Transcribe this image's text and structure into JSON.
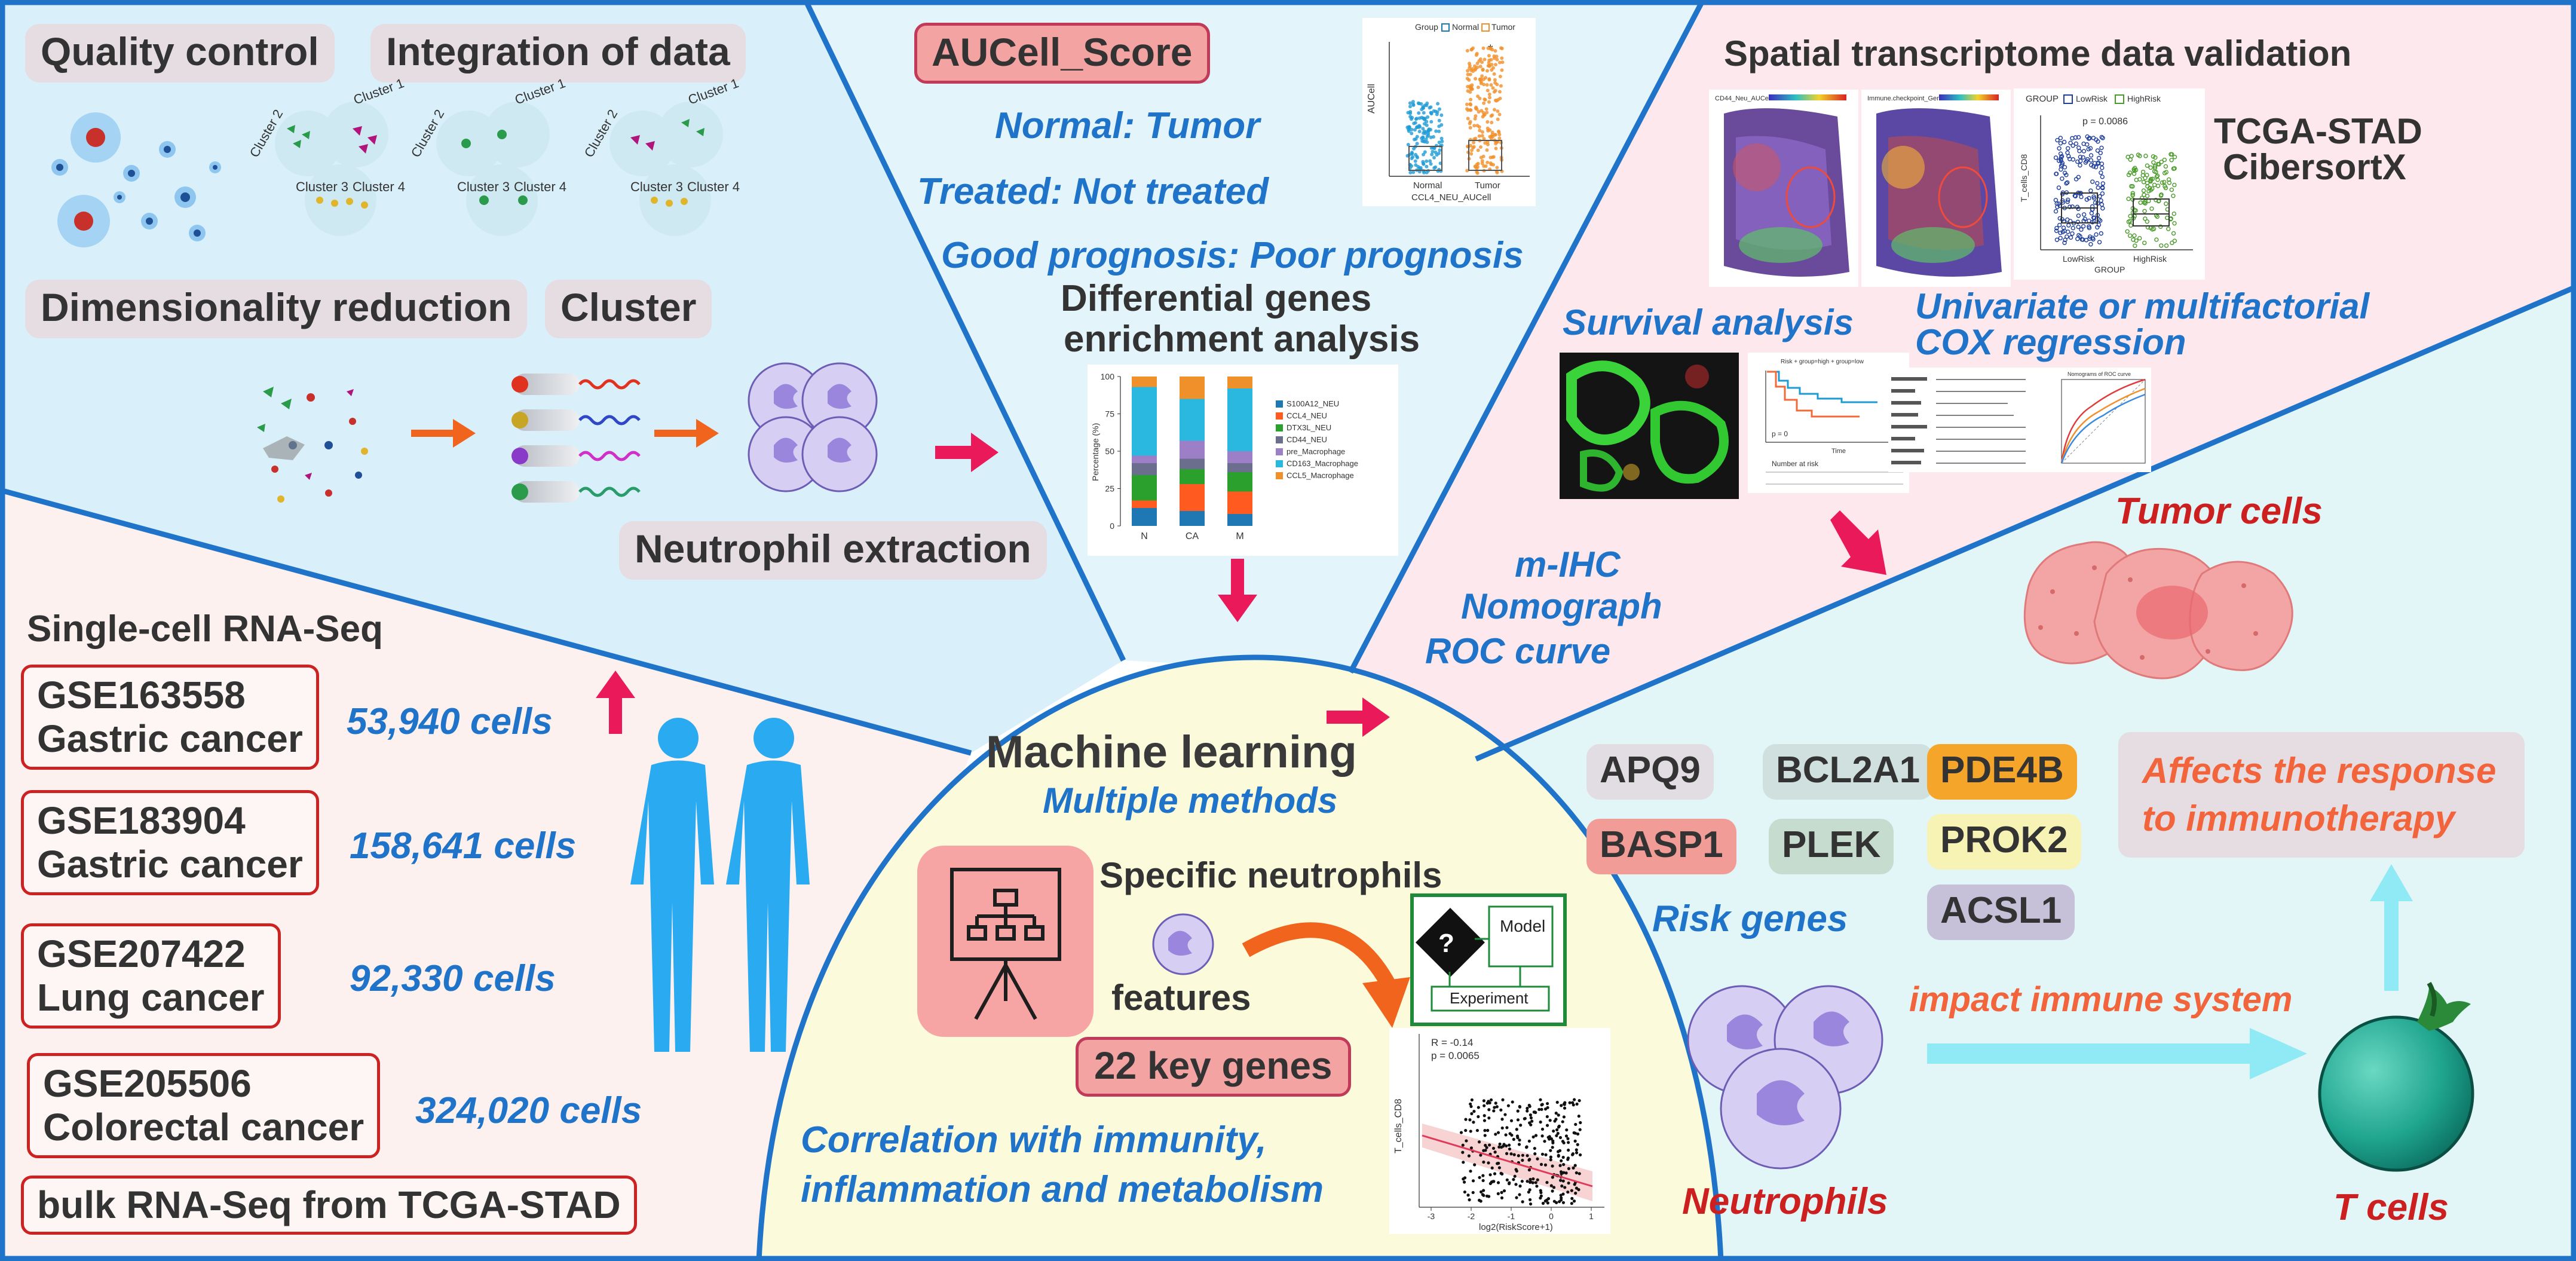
{
  "colors": {
    "border": "#1f74c9",
    "bg_top_left": "#d9f0fa",
    "bg_bottom_left": "#fdf1ef",
    "bg_top_mid": "#e3f4fa",
    "bg_top_right": "#fde8ee",
    "bg_right": "#e2f5f7",
    "bg_center": "#fbfadb",
    "accent_blue": "#1f74c9",
    "accent_red": "#cc1f1f",
    "accent_orange": "#f2643b",
    "arrow_pink": "#e9195a",
    "arrow_cyan": "#8feaf5",
    "neutrophil": "#a693e6",
    "tcell": "#2fb8a3",
    "tumor": "#f3a4a4"
  },
  "top_left": {
    "quality_control": "Quality control",
    "integration": "Integration of data",
    "dim_reduction": "Dimensionality reduction",
    "cluster": "Cluster",
    "neutrophil_extraction": "Neutrophil extraction",
    "cluster_labels": [
      "Cluster 1",
      "Cluster 2",
      "Cluster 3",
      "Cluster 4"
    ]
  },
  "top_mid": {
    "aucell": "AUCell_Score",
    "normal_tumor": "Normal: Tumor",
    "treated": "Treated: Not treated",
    "prognosis": "Good prognosis: Poor prognosis",
    "diff_genes_1": "Differential genes",
    "diff_genes_2": "enrichment analysis",
    "violin": {
      "legend_title": "Group",
      "legend_normal": "Normal",
      "legend_tumor": "Tumor",
      "ylabel": "AUCell",
      "x_normal": "Normal",
      "x_tumor": "Tumor",
      "xlabel": "CCL4_NEU_AUCell",
      "sig": "*"
    }
  },
  "chart_data": {
    "type": "bar",
    "stacked": true,
    "categories": [
      "N",
      "CA",
      "M"
    ],
    "ylabel": "Percentage (%)",
    "yticks": [
      0,
      25,
      50,
      75,
      100
    ],
    "series": [
      {
        "name": "S100A12_NEU",
        "color": "#1f77b4",
        "values": [
          12,
          10,
          8
        ]
      },
      {
        "name": "CCL4_NEU",
        "color": "#ff5a1f",
        "values": [
          5,
          18,
          15
        ]
      },
      {
        "name": "DTX3L_NEU",
        "color": "#2ca02c",
        "values": [
          17,
          10,
          13
        ]
      },
      {
        "name": "CD44_NEU",
        "color": "#6b6e8c",
        "values": [
          8,
          7,
          6
        ]
      },
      {
        "name": "pre_Macrophage",
        "color": "#9c7fc7",
        "values": [
          5,
          12,
          8
        ]
      },
      {
        "name": "CD163_Macrophage",
        "color": "#2ab7e0",
        "values": [
          46,
          28,
          42
        ]
      },
      {
        "name": "CCL5_Macrophage",
        "color": "#f0902a",
        "values": [
          7,
          15,
          8
        ]
      }
    ]
  },
  "top_right": {
    "title": "Spatial transcriptome data validation",
    "tcga": "TCGA-STAD",
    "cibersort": "CibersortX",
    "map1_title": "CD44_Neu_AUCell",
    "map2_title": "Immune.checkpoint_Genes",
    "box_legend_title": "GROUP",
    "box_low": "LowRisk",
    "box_high": "HighRisk",
    "box_p": "p = 0.0086",
    "box_ylabel": "T_cells_CD8",
    "box_xlabel": "GROUP",
    "survival": "Survival analysis",
    "cox_1": "Univariate or multifactorial",
    "cox_2": "COX regression",
    "km_legend": "Risk + group=high  + group=low",
    "km_p": "p = 0",
    "km_xlabel": "Time",
    "km_risk": "Number at risk",
    "nomogram_title": "Nomograms of ROC curve"
  },
  "left_bottom": {
    "title": "Single-cell RNA-Seq",
    "datasets": [
      {
        "id": "GSE163558",
        "type": "Gastric cancer",
        "cells": "53,940 cells"
      },
      {
        "id": "GSE183904",
        "type": "Gastric cancer",
        "cells": "158,641 cells"
      },
      {
        "id": "GSE207422",
        "type": "Lung cancer",
        "cells": "92,330 cells"
      },
      {
        "id": "GSE205506",
        "type": "Colorectal cancer",
        "cells": "324,020 cells"
      }
    ],
    "bulk": "bulk RNA-Seq from TCGA-STAD"
  },
  "center": {
    "ml": "Machine learning",
    "multiple": "Multiple methods",
    "specific": "Specific neutrophils",
    "features": "features",
    "key_genes": "22 key genes",
    "model": "Model",
    "experiment": "Experiment",
    "corr_1": "Correlation with immunity,",
    "corr_2": "inflammation and metabolism",
    "scatter_r": "R = -0.14",
    "scatter_p": "p = 0.0065",
    "scatter_ylabel": "T_cells_CD8",
    "scatter_xlabel": "log2(RiskScore+1)",
    "scatter_xticks": [
      "-3",
      "-2",
      "-1",
      "0",
      "1"
    ]
  },
  "right": {
    "mihc": "m-IHC",
    "nomograph": "Nomograph",
    "roc": "ROC curve",
    "tumor_cells": "Tumor cells",
    "genes": [
      {
        "name": "APQ9",
        "color": "#e2dde2"
      },
      {
        "name": "BCL2A1",
        "color": "#cfe0df"
      },
      {
        "name": "PDE4B",
        "color": "#f5a62a"
      },
      {
        "name": "BASP1",
        "color": "#f19c96"
      },
      {
        "name": "PLEK",
        "color": "#c6dccf"
      },
      {
        "name": "PROK2",
        "color": "#f7f3b5"
      },
      {
        "name": "ACSL1",
        "color": "#c6c1d9"
      }
    ],
    "risk_genes": "Risk genes",
    "affects_1": "Affects the response",
    "affects_2": "to immunotherapy",
    "impact": "impact immune system",
    "neutrophils": "Neutrophils",
    "tcells": "T cells"
  }
}
